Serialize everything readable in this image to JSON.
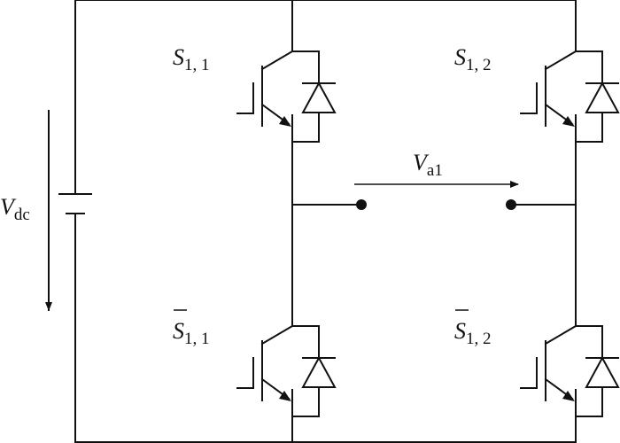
{
  "diagram": {
    "source_label": {
      "main": "V",
      "sub": "dc"
    },
    "output_label": {
      "main": "V",
      "sub": "a1"
    },
    "switches": [
      {
        "id": "s11",
        "main": "S",
        "sub": "1, 1",
        "bar": false
      },
      {
        "id": "s12",
        "main": "S",
        "sub": "1, 2",
        "bar": false
      },
      {
        "id": "s11b",
        "main": "S",
        "sub": "1, 1",
        "bar": true
      },
      {
        "id": "s12b",
        "main": "S",
        "sub": "1, 2",
        "bar": true
      }
    ]
  }
}
